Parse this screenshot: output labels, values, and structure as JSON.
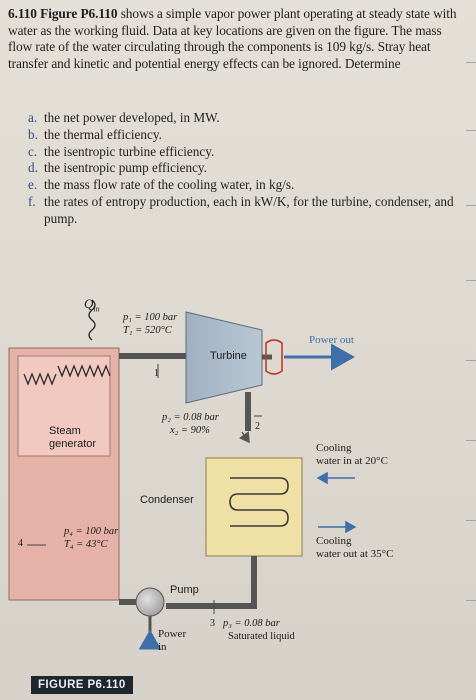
{
  "problem": {
    "number": "6.110",
    "figure_ref": "Figure P6.110",
    "text": " shows a simple vapor power plant operating at steady state with water as the working fluid. Data at key locations are given on the figure. The mass flow rate of the water circulating through the components is 109 kg/s. Stray heat transfer and kinetic and potential energy effects can be ignored. Determine"
  },
  "parts": [
    {
      "label": "a.",
      "text": "the net power developed, in MW."
    },
    {
      "label": "b.",
      "text": "the thermal efficiency."
    },
    {
      "label": "c.",
      "text": "the isentropic turbine efficiency."
    },
    {
      "label": "d.",
      "text": "the isentropic pump efficiency."
    },
    {
      "label": "e.",
      "text": "the mass flow rate of the cooling water, in kg/s."
    },
    {
      "label": "f.",
      "text": "the rates of entropy production, each in kW/K, for the turbine, condenser, and pump."
    }
  ],
  "figure": {
    "q_in": "Q",
    "q_in_sub": "in",
    "state1_p": "p₁ = 100 bar",
    "state1_t": "T₁ = 520°C",
    "state1_num": "1",
    "turbine": "Turbine",
    "power_out": "Power out",
    "state2_p": "p₂ = 0.08 bar",
    "state2_x": "x₂ = 90%",
    "state2_num": "2",
    "steam_generator_1": "Steam",
    "steam_generator_2": "generator",
    "cooling_in_1": "Cooling",
    "cooling_in_2": "water in at 20°C",
    "condenser": "Condenser",
    "state4_p": "p₄ = 100 bar",
    "state4_t": "T₄ = 43°C",
    "state4_num": "4",
    "cooling_out_1": "Cooling",
    "cooling_out_2": "water out at 35°C",
    "pump": "Pump",
    "power_in_1": "Power",
    "power_in_2": "in",
    "state3_num": "3",
    "state3_p": "p₃ = 0.08 bar",
    "state3_state": "Saturated liquid",
    "caption": "FIGURE P6.110"
  },
  "colors": {
    "generator_fill": "#e6b2a8",
    "turbine_fill": "#a9b9c9",
    "condenser_fill": "#efe0a6",
    "pipe": "#555555",
    "power_arrow": "#3f6fa8",
    "heat_coil": "#2a2a2a"
  }
}
